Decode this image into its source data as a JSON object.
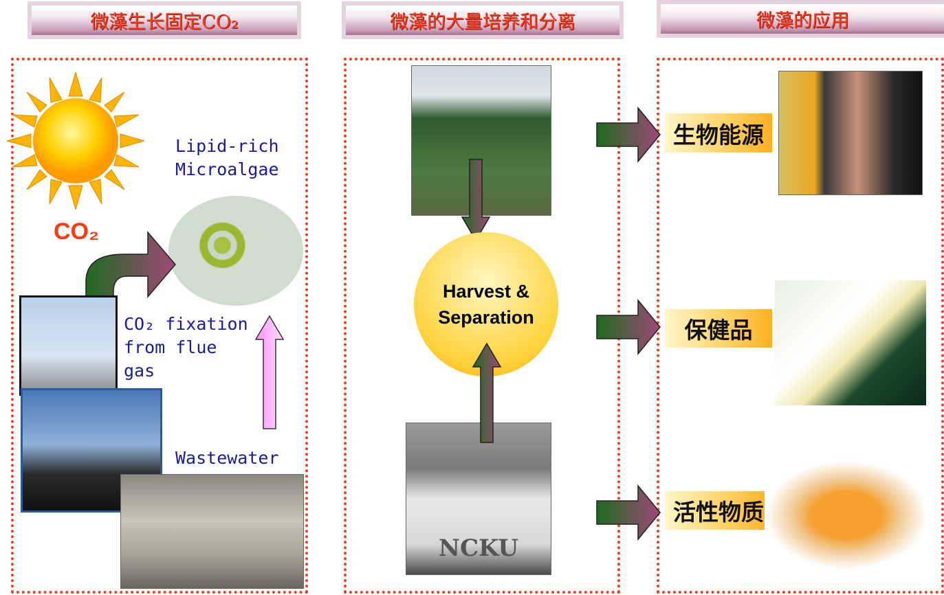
{
  "headers": {
    "left": "微藻生长固定CO₂",
    "middle": "微藻的大量培养和分离",
    "right": "微藻的应用"
  },
  "left": {
    "co2": "CO₂",
    "lipid": [
      "Lipid-rich",
      "Microalgae"
    ],
    "fixation": [
      "CO₂ fixation",
      "from flue",
      "gas"
    ],
    "wastewater": "Wastewater"
  },
  "middle": {
    "harvest": [
      "Harvest &",
      "Separation"
    ],
    "ncku": "NCKU"
  },
  "right": {
    "labels": [
      "生物能源",
      "保健品",
      "活性物质"
    ]
  }
}
